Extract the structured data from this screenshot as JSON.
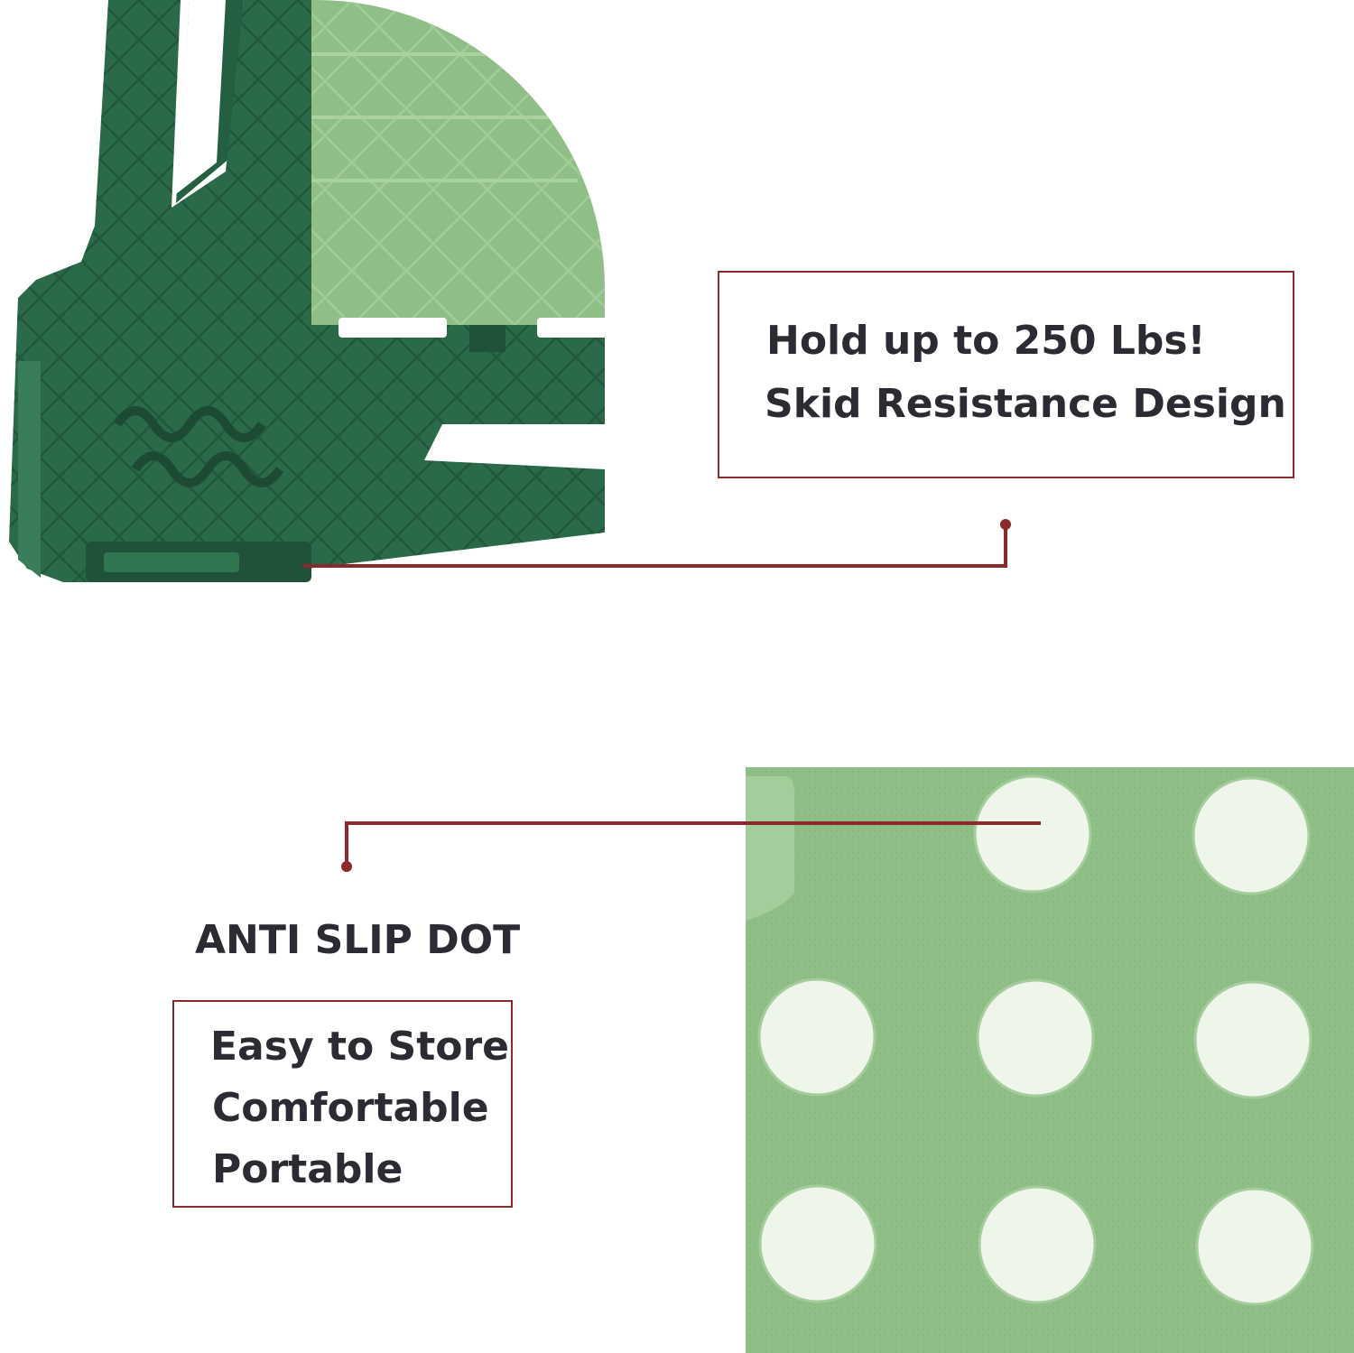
{
  "callout_top": {
    "line1": "Hold up to 250 Lbs!",
    "line2": "Skid Resistance Design"
  },
  "anti_slip_title": "ANTI SLIP DOT",
  "callout_bottom": {
    "line1": "Easy to Store",
    "line2": "Comfortable",
    "line3": "Portable"
  },
  "colors": {
    "dark_green": "#245f41",
    "light_green": "#8fbf86",
    "dot_white": "#eef6ea",
    "accent_red": "#8a2a2a",
    "text_dark": "#2b2b33"
  },
  "icons": [
    "stool-corner-closeup",
    "anti-slip-dot-closeup"
  ]
}
